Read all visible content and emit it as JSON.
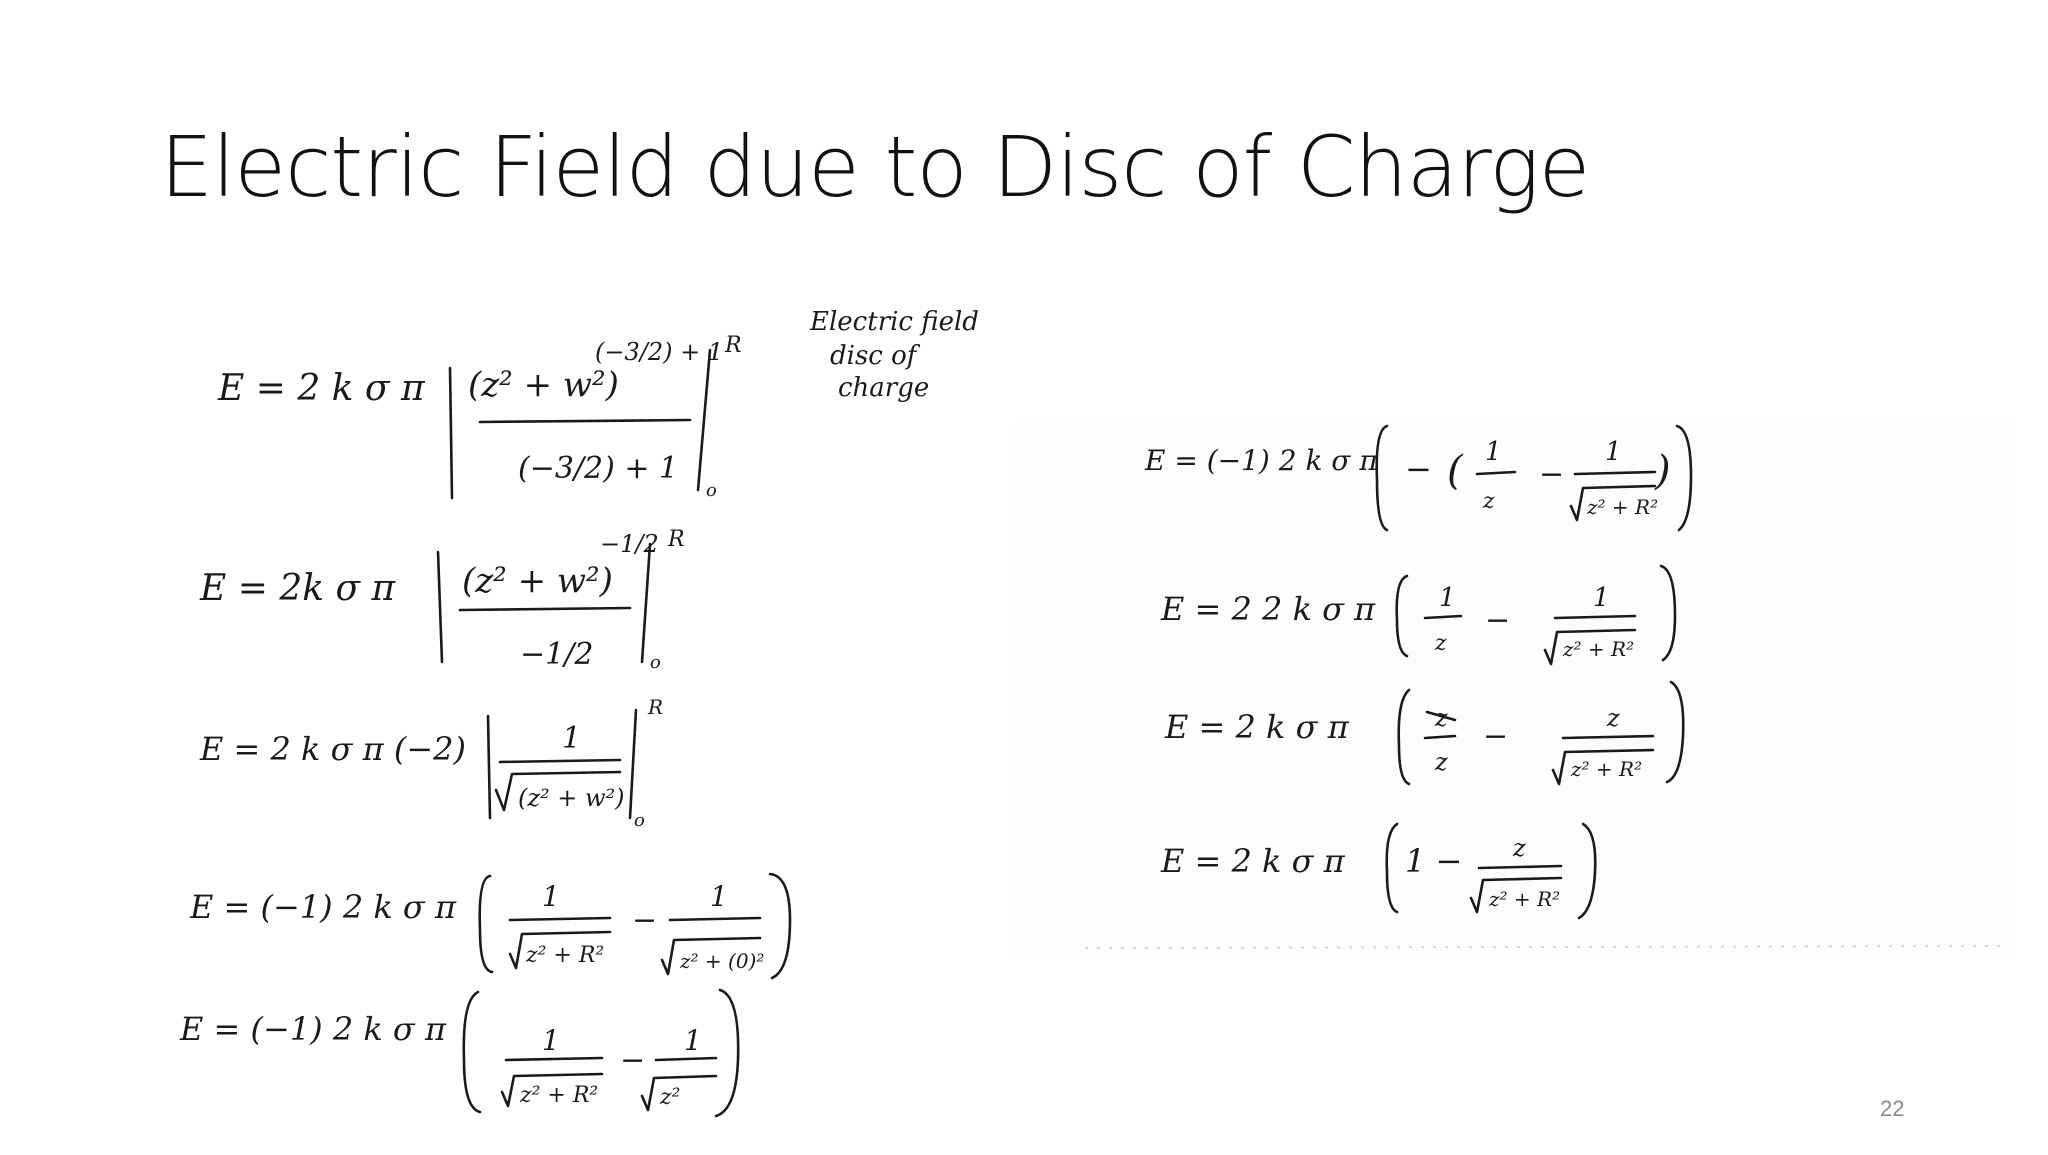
{
  "slide": {
    "title": "Electric Field due to Disc of Charge",
    "page_number": "22"
  },
  "scan": {
    "side_note": [
      "Electric field",
      "disc of",
      "charge"
    ]
  }
}
